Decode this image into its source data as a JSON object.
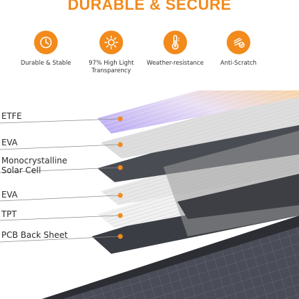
{
  "title": "DURABLE & SECURE",
  "colors": {
    "accent": "#f28a1c",
    "text": "#2a2a2a"
  },
  "features": [
    {
      "icon": "clock-icon",
      "label": "Durable & Stable"
    },
    {
      "icon": "sun-icon",
      "label": "97% High Light Transparency"
    },
    {
      "icon": "thermometer-icon",
      "label": "Weather-resistance"
    },
    {
      "icon": "scratch-shield-icon",
      "label": "Anti-Scratch"
    }
  ],
  "layers": [
    {
      "label": "ETFE"
    },
    {
      "label": "EVA"
    },
    {
      "label": "Monocrystalline Solar Cell"
    },
    {
      "label": "EVA"
    },
    {
      "label": "TPT"
    },
    {
      "label": "PCB Back Sheet"
    }
  ]
}
